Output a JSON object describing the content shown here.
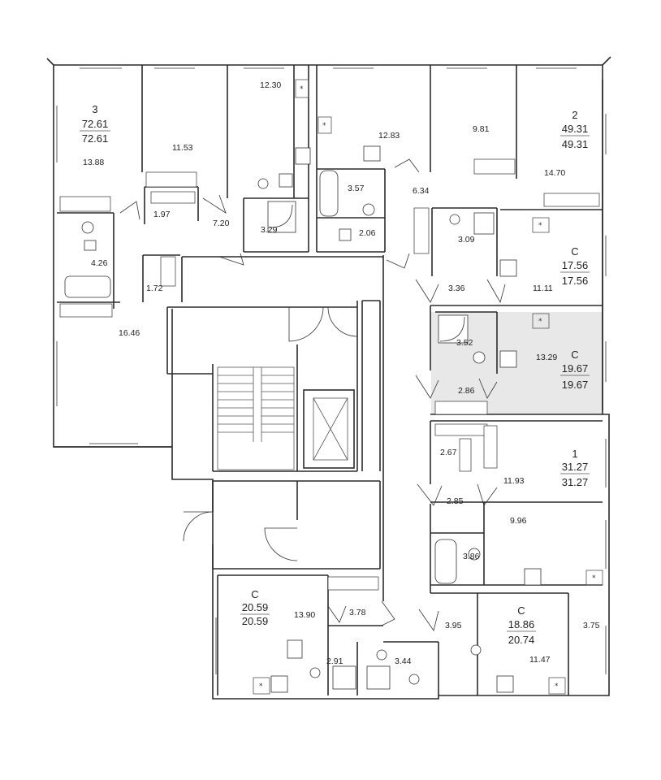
{
  "floorplan": {
    "apartments": [
      {
        "type": "3",
        "living": "72.61",
        "total": "72.61"
      },
      {
        "type": "2",
        "living": "49.31",
        "total": "49.31"
      },
      {
        "type": "C",
        "living": "17.56",
        "total": "17.56"
      },
      {
        "type": "C",
        "living": "19.67",
        "total": "19.67"
      },
      {
        "type": "1",
        "living": "31.27",
        "total": "31.27"
      },
      {
        "type": "C",
        "living": "20.59",
        "total": "20.59"
      },
      {
        "type": "C",
        "living": "18.86",
        "total": "20.74"
      }
    ],
    "rooms": [
      "13.88",
      "11.53",
      "12.30",
      "1.97",
      "7.20",
      "3.29",
      "4.26",
      "1.72",
      "16.46",
      "12.83",
      "3.57",
      "2.06",
      "6.34",
      "9.81",
      "14.70",
      "3.09",
      "3.36",
      "11.11",
      "3.52",
      "13.29",
      "2.86",
      "2.67",
      "11.93",
      "2.85",
      "9.96",
      "3.86",
      "13.90",
      "3.78",
      "2.91",
      "3.44",
      "3.95",
      "11.47",
      "3.75"
    ],
    "vent_symbol": "*",
    "highlight_color": "#e8e8e8"
  }
}
